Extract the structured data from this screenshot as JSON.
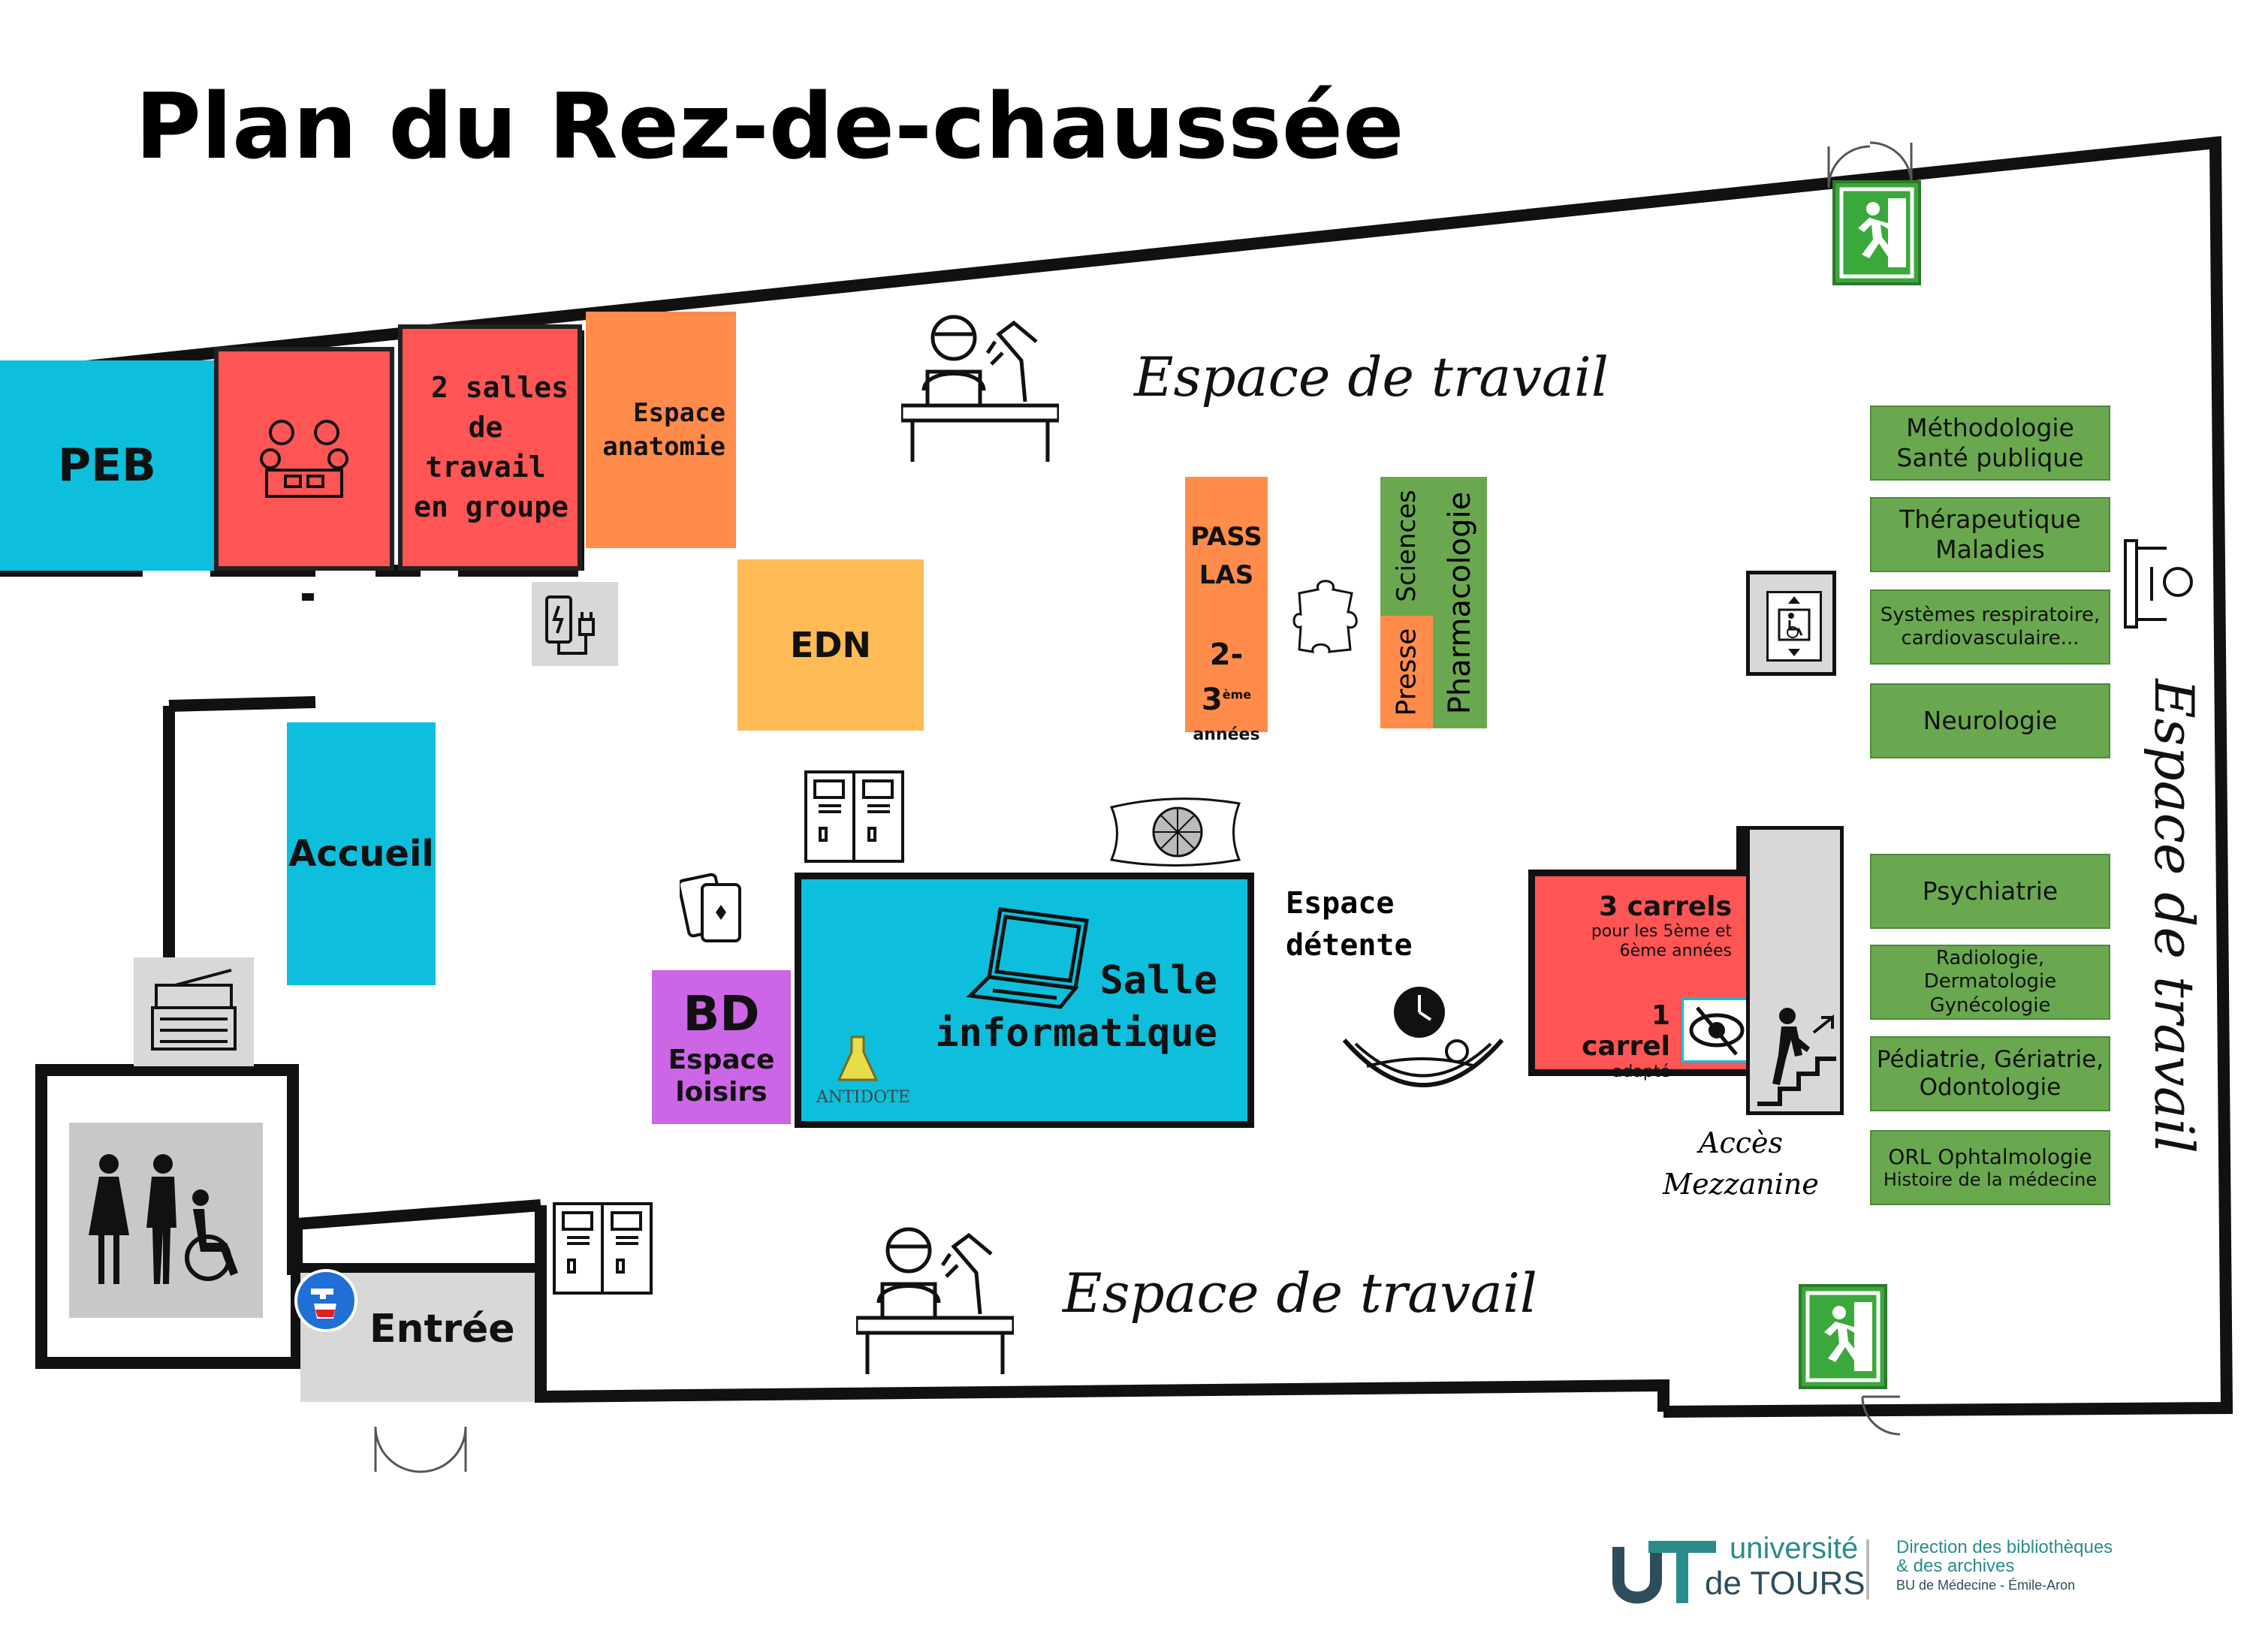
{
  "title": "Plan du Rez-de-chaussée",
  "rooms": {
    "peb": "PEB",
    "group_rooms": [
      "2 salles",
      "de travail",
      "en groupe"
    ],
    "anatomie": [
      "Espace",
      "anatomie"
    ],
    "edn": "EDN",
    "accueil": "Accueil",
    "pass_las": [
      "PASS",
      "LAS"
    ],
    "pass_years": "2-3",
    "pass_years_sup": "ème",
    "pass_years_suffix": "années",
    "sciences": "Sciences",
    "presse": "Presse",
    "pharmacologie": "Pharmacologie",
    "bd_title": "BD",
    "bd_sub": [
      "Espace",
      "loisirs"
    ],
    "salle_informatique": [
      "Salle",
      "informatique"
    ],
    "antidote": "ANTIDOTE",
    "carrels_title": "3 carrels",
    "carrels_sub": [
      "pour les 5ème et",
      "6ème années"
    ],
    "carrel_adapte_title": "1 carrel",
    "carrel_adapte_sub": "adapté",
    "entree": "Entrée"
  },
  "zones": {
    "travail_top": "Espace de travail",
    "travail_bottom": "Espace de travail",
    "travail_right": "Espace de travail",
    "detente": [
      "Espace",
      "détente"
    ],
    "mezzanine": [
      "Accès",
      "Mezzanine"
    ]
  },
  "shelves": [
    [
      "Méthodologie",
      "Santé publique"
    ],
    [
      "Thérapeutique",
      "Maladies"
    ],
    [
      "Systèmes respiratoire,",
      "cardiovasculaire..."
    ],
    [
      "Neurologie"
    ],
    [
      "Psychiatrie"
    ],
    [
      "Radiologie, Dermatologie",
      "Gynécologie"
    ],
    [
      "Pédiatrie, Gériatrie,",
      "Odontologie"
    ],
    [
      "ORL Ophtalmologie",
      "Histoire de la médecine"
    ]
  ],
  "logo": {
    "line1": "université",
    "line2": "de TOURS",
    "dept1": "Direction des bibliothèques",
    "dept2": "& des archives",
    "dept3": "BU de Médecine - Émile-Aron"
  },
  "colors": {
    "cyan": "#0dbfdc",
    "red": "#ff5555",
    "orange": "#ff8c4a",
    "yellow_orange": "#ffbb55",
    "green": "#6aa84f",
    "purple": "#cc66e6",
    "grey": "#d8d8d8",
    "exit_green": "#3aa83a",
    "logo_teal": "#2a8c8a"
  }
}
